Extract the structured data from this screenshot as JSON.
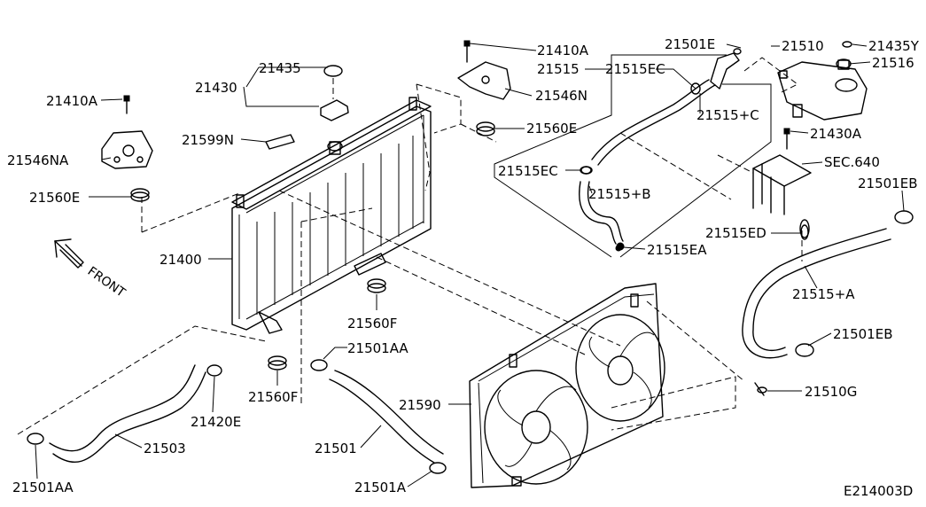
{
  "labels": {
    "p21410A_top": "21410A",
    "p21501E": "21501E",
    "p21510": "21510",
    "p21435Y": "21435Y",
    "p21516": "21516",
    "p21515": "21515",
    "p21515EC_top": "21515EC",
    "p21546N": "21546N",
    "p21515C": "21515+C",
    "p21560E_top": "21560E",
    "p21430A": "21430A",
    "p21435": "21435",
    "p21430": "21430",
    "p21410A_left": "21410A",
    "p21599N": "21599N",
    "p21546NA": "21546NA",
    "p21560E_left": "21560E",
    "p21515EC_mid": "21515EC",
    "p21515B": "21515+B",
    "pSEC640": "SEC.640",
    "p21501EB_top": "21501EB",
    "p21515ED": "21515ED",
    "p21515EA": "21515EA",
    "p21400": "21400",
    "p21515A": "21515+A",
    "p21560F_mid": "21560F",
    "p21501EB_low": "21501EB",
    "p21501AA_mid": "21501AA",
    "p21560F_low": "21560F",
    "p21510G": "21510G",
    "p21590": "21590",
    "p21420E": "21420E",
    "p21503": "21503",
    "p21501": "21501",
    "p21501AA_low": "21501AA",
    "p21501A": "21501A"
  },
  "front_label": "FRONT",
  "diagram_code": "E214003D"
}
